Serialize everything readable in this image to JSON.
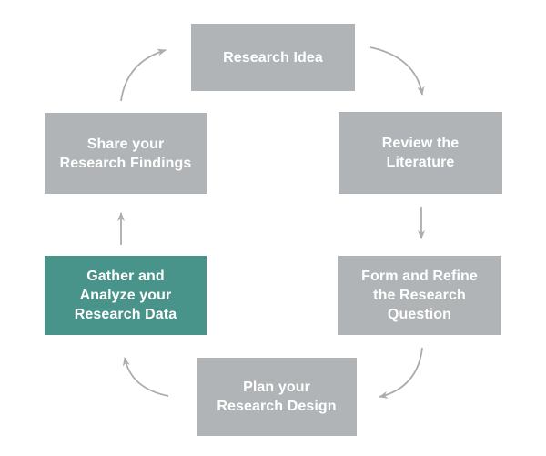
{
  "diagram": {
    "boxes": [
      {
        "id": "research-idea",
        "label": "Research Idea",
        "highlight": false
      },
      {
        "id": "review-literature",
        "label": "Review the\nLiterature",
        "highlight": false
      },
      {
        "id": "form-refine-question",
        "label": "Form and Refine\nthe Research\nQuestion",
        "highlight": false
      },
      {
        "id": "plan-research-design",
        "label": "Plan your\nResearch Design",
        "highlight": false
      },
      {
        "id": "gather-analyze-data",
        "label": "Gather and\nAnalyze your\nResearch Data",
        "highlight": true
      },
      {
        "id": "share-findings",
        "label": "Share your\nResearch Findings",
        "highlight": false
      }
    ],
    "flow": [
      {
        "from": "research-idea",
        "to": "review-literature"
      },
      {
        "from": "review-literature",
        "to": "form-refine-question"
      },
      {
        "from": "form-refine-question",
        "to": "plan-research-design"
      },
      {
        "from": "plan-research-design",
        "to": "gather-analyze-data"
      },
      {
        "from": "gather-analyze-data",
        "to": "share-findings"
      },
      {
        "from": "share-findings",
        "to": "research-idea"
      }
    ],
    "colors": {
      "box_gray": "#b0b4b6",
      "box_highlight_teal": "#48948b",
      "arrow_gray": "#a9adb0",
      "label_text": "#ffffff",
      "background": "#ffffff"
    }
  }
}
